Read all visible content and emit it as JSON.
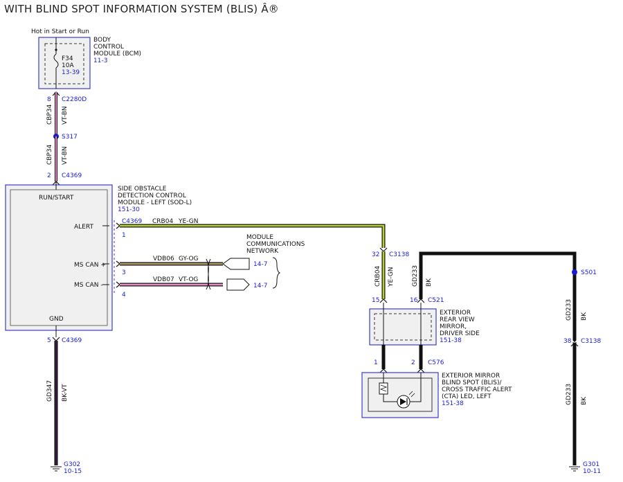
{
  "title": "WITH BLIND SPOT INFORMATION SYSTEM (BLIS) Â®",
  "power": {
    "label": "Hot in Start or Run"
  },
  "bcm": {
    "name_lines": [
      "BODY",
      "CONTROL",
      "MODULE (BCM)"
    ],
    "ref": "11-3",
    "fuse": "F34",
    "fuse_rating": "10A",
    "fuse_ref": "13-39"
  },
  "bcm_connector": {
    "pin": "8",
    "id": "C2280D"
  },
  "wire_top": {
    "circuit": "CBP34",
    "color": "VT-BN"
  },
  "splice_s317": "S317",
  "sod_in_connector": {
    "pin": "2",
    "id": "C4369"
  },
  "sod": {
    "name_lines": [
      "SIDE OBSTACLE",
      "DETECTION CONTROL",
      "MODULE - LEFT (SOD-L)"
    ],
    "ref": "151-30",
    "run_start": "RUN/START",
    "alert": "ALERT",
    "ms_can_plus": "MS CAN +",
    "ms_can_minus": "MS CAN -",
    "gnd": "GND"
  },
  "sod_out_connector": {
    "id": "C4369",
    "pin_alert": "1",
    "pin_can_plus": "3",
    "pin_can_minus": "4"
  },
  "wire_alert": {
    "circuit": "CRB04",
    "color": "YE-GN"
  },
  "wire_can_plus": {
    "circuit": "VDB06",
    "color": "GY-OG"
  },
  "wire_can_minus": {
    "circuit": "VDB07",
    "color": "VT-OG"
  },
  "network": {
    "label_lines": [
      "MODULE",
      "COMMUNICATIONS",
      "NETWORK"
    ],
    "ref_plus": "14-7",
    "ref_minus": "14-7"
  },
  "sod_gnd_connector": {
    "pin": "5",
    "id": "C4369"
  },
  "wire_gnd_sod": {
    "circuit": "GD347",
    "color": "BK-VT"
  },
  "ground_g302": {
    "id": "G302",
    "ref": "10-15"
  },
  "c3138_top": {
    "pin": "32",
    "id": "C3138"
  },
  "wire_mirror_alert": {
    "circuit": "CRB04",
    "color": "YE-GN"
  },
  "wire_mirror_gnd": {
    "circuit": "GD233",
    "color": "BK"
  },
  "mirror_connector": {
    "pin_alert": "15",
    "pin_gnd": "16",
    "id": "C521"
  },
  "mirror": {
    "name_lines": [
      "EXTERIOR",
      "REAR VIEW",
      "MIRROR,",
      "DRIVER SIDE"
    ],
    "ref": "151-38"
  },
  "c576": {
    "pin1": "1",
    "pin2": "2",
    "id": "C576"
  },
  "blis_led": {
    "name_lines": [
      "EXTERIOR MIRROR",
      "BLIND SPOT (BLIS)/",
      "CROSS TRAFFIC ALERT",
      "(CTA) LED, LEFT"
    ],
    "ref": "151-38"
  },
  "splice_s501": "S501",
  "wire_gd233_upper": {
    "circuit": "GD233",
    "color": "BK"
  },
  "c3138_bottom": {
    "pin": "38",
    "id": "C3138"
  },
  "wire_gd233_lower": {
    "circuit": "GD233",
    "color": "BK"
  },
  "ground_g301": {
    "id": "G301",
    "ref": "10-11"
  },
  "colors": {
    "module_border": "#3b3bd0",
    "module_fill": "#f0f0f0",
    "ref_text": "#1a1ad6",
    "vt_bn": "#e58ac9",
    "ye_gn": "#b9d12e",
    "gy_og": "#b09a6a",
    "vt_og": "#ea8fc4",
    "bk": "#111111"
  }
}
